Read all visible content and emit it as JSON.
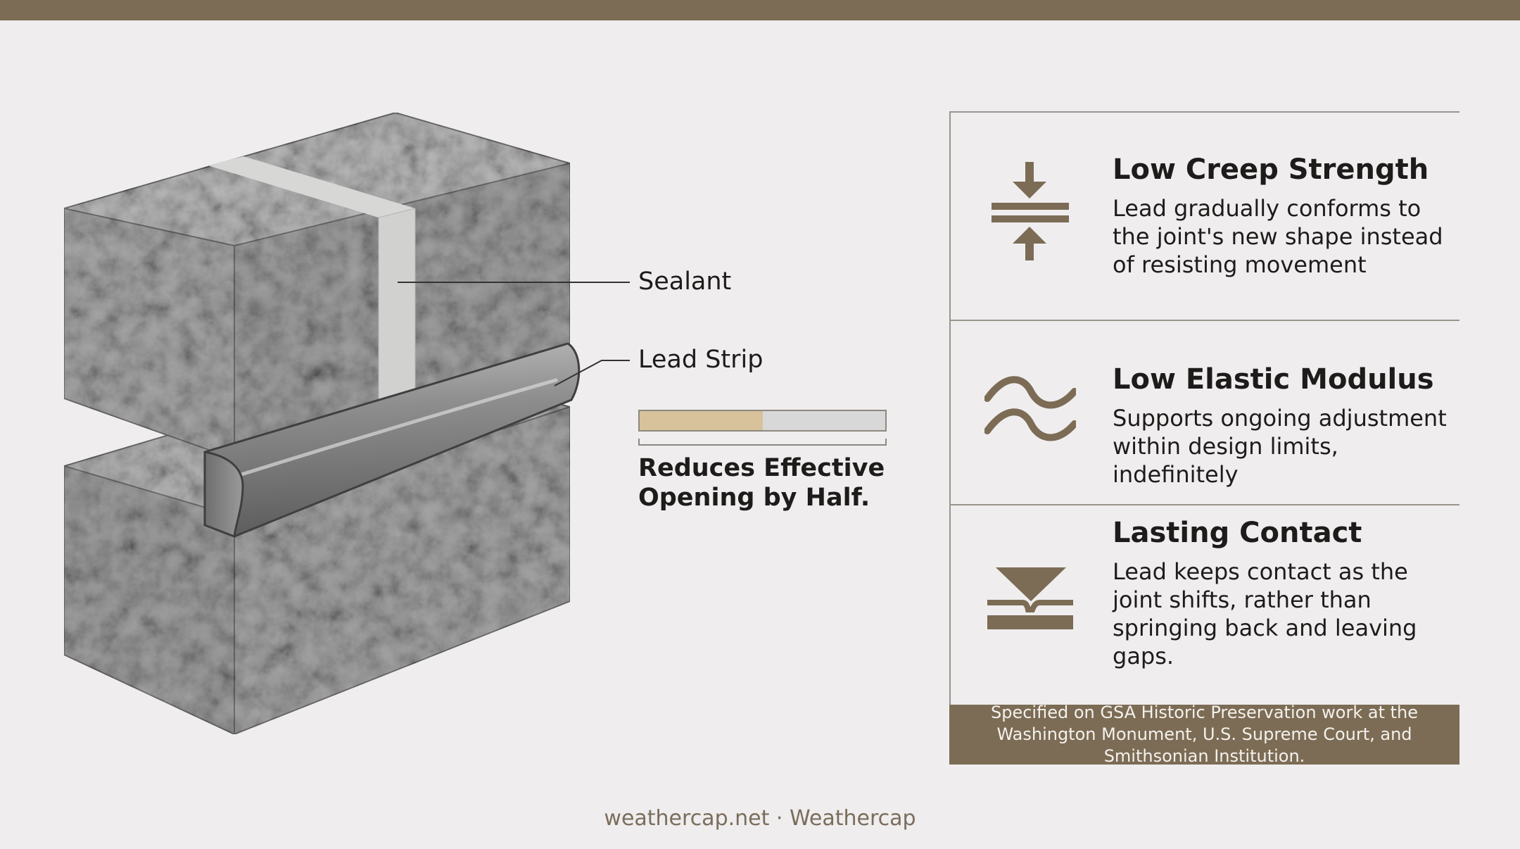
{
  "callouts": {
    "sealant": "Sealant",
    "lead_strip": "Lead Strip"
  },
  "opening_meter": {
    "fill_fraction": 0.5,
    "caption": "Reduces Effective Opening by Half."
  },
  "features": [
    {
      "title": "Low Creep Strength",
      "description": "Lead gradually conforms to the joint's new shape instead of resisting movement",
      "icon": "compression-arrows-icon"
    },
    {
      "title": "Low Elastic Modulus",
      "description": "Supports ongoing adjustment within design limits, indefinitely",
      "icon": "wave-icon"
    },
    {
      "title": "Lasting Contact",
      "description": "Lead keeps contact as the joint shifts, rather than springing back and leaving gaps.",
      "icon": "contact-wedge-icon"
    }
  ],
  "footer_note": "Specified on GSA Historic Preservation work at the Washington Monument, U.S. Supreme Court, and Smithsonian Institution.",
  "credit": "weathercap.net · Weathercap",
  "colors": {
    "accent": "#7c6c55",
    "background": "#efedee",
    "meter_fill": "#d8c29c",
    "stone": "#a7a7a7",
    "lead": "#8a8a8a"
  }
}
